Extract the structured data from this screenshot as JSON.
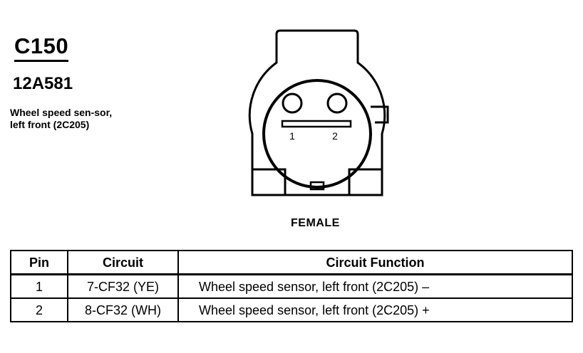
{
  "connector": {
    "id": "C150",
    "part_number": "12A581",
    "description": "Wheel speed sen-sor, left front (2C205)",
    "gender": "FEMALE",
    "pin_labels": [
      "1",
      "2"
    ]
  },
  "table": {
    "headers": {
      "pin": "Pin",
      "circuit": "Circuit",
      "function": "Circuit Function"
    },
    "rows": [
      {
        "pin": "1",
        "circuit": "7-CF32 (YE)",
        "function": "Wheel speed sensor, left front (2C205) –"
      },
      {
        "pin": "2",
        "circuit": "8-CF32 (WH)",
        "function": "Wheel speed sensor, left front (2C205) +"
      }
    ]
  }
}
